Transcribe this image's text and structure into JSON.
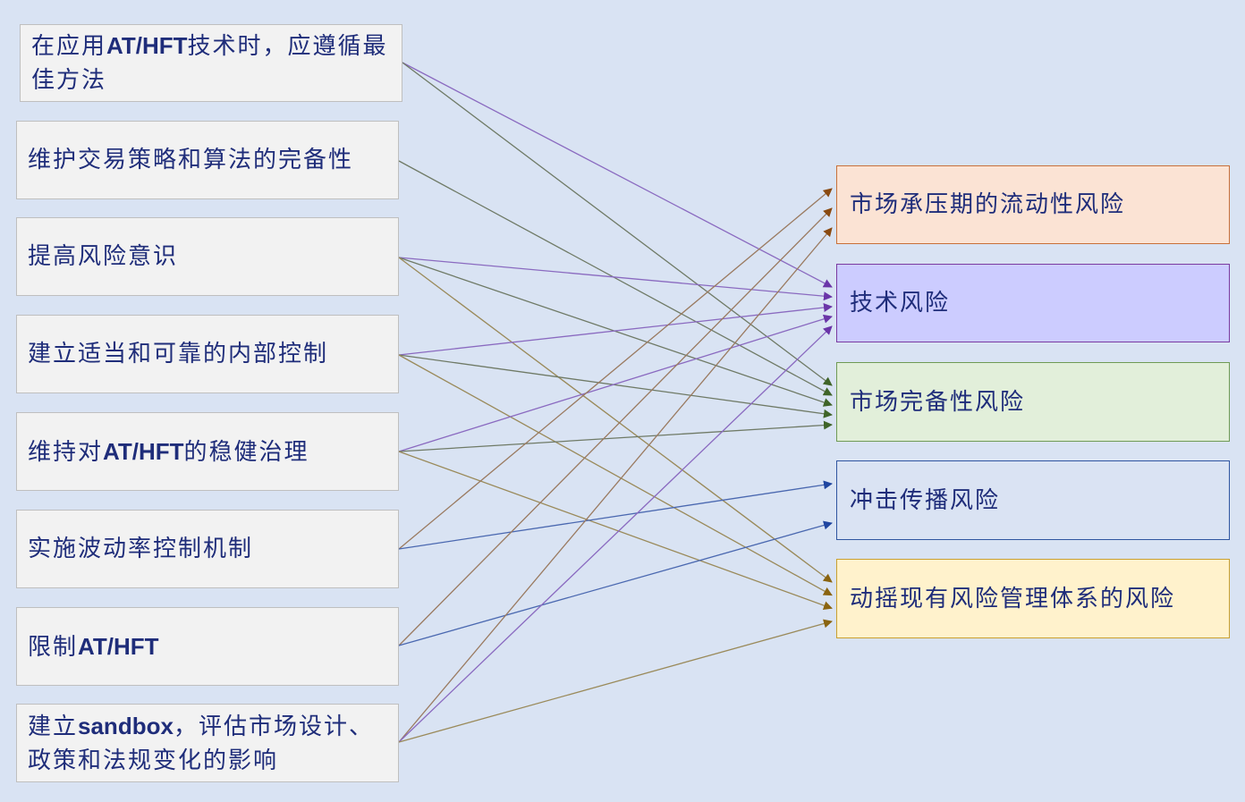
{
  "strategies": [
    {
      "pre": "在应用",
      "bold": "AT/HFT",
      "post": "技术时，应遵循最佳方法"
    },
    {
      "pre": "维护交易策略和算法的完备性",
      "bold": "",
      "post": ""
    },
    {
      "pre": "提高风险意识",
      "bold": "",
      "post": ""
    },
    {
      "pre": "建立适当和可靠的内部控制",
      "bold": "",
      "post": ""
    },
    {
      "pre": "维持对",
      "bold": "AT/HFT",
      "post": "的稳健治理"
    },
    {
      "pre": "实施波动率控制机制",
      "bold": "",
      "post": ""
    },
    {
      "pre": "限制",
      "bold": "AT/HFT",
      "post": ""
    },
    {
      "pre": "建立",
      "bold": "sandbox",
      "post": "，评估市场设计、政策和法规变化的影响"
    }
  ],
  "risks": [
    {
      "label": "市场承压期的流动性风险",
      "fill": "#fbe3d4",
      "border": "#c8703a",
      "arrow": "#8a4a10"
    },
    {
      "label": "技术风险",
      "fill": "#ccccff",
      "border": "#7a3aa0",
      "arrow": "#6a35a8"
    },
    {
      "label": "市场完备性风险",
      "fill": "#e2efda",
      "border": "#6f9a55",
      "arrow": "#3f6428"
    },
    {
      "label": "冲击传播风险",
      "fill": "#dae3f3",
      "border": "#2f55a0",
      "arrow": "#1f45a0"
    },
    {
      "label": "动摇现有风险管理体系的风险",
      "fill": "#fff2cc",
      "border": "#c9a030",
      "arrow": "#8a6410"
    }
  ],
  "edges": [
    {
      "from": 0,
      "to": 1,
      "color": "#8a6ac0"
    },
    {
      "from": 0,
      "to": 2,
      "color": "#6f7a66"
    },
    {
      "from": 1,
      "to": 2,
      "color": "#6f7a66"
    },
    {
      "from": 2,
      "to": 1,
      "color": "#8a6ac0"
    },
    {
      "from": 2,
      "to": 2,
      "color": "#6f7a66"
    },
    {
      "from": 2,
      "to": 4,
      "color": "#9a8a5a"
    },
    {
      "from": 3,
      "to": 1,
      "color": "#8a6ac0"
    },
    {
      "from": 3,
      "to": 2,
      "color": "#6f7a66"
    },
    {
      "from": 3,
      "to": 4,
      "color": "#9a8a5a"
    },
    {
      "from": 4,
      "to": 1,
      "color": "#8a6ac0"
    },
    {
      "from": 4,
      "to": 2,
      "color": "#6f7a66"
    },
    {
      "from": 4,
      "to": 4,
      "color": "#9a8a5a"
    },
    {
      "from": 5,
      "to": 0,
      "color": "#9a7a60"
    },
    {
      "from": 5,
      "to": 3,
      "color": "#4a68b0"
    },
    {
      "from": 6,
      "to": 0,
      "color": "#9a7a60"
    },
    {
      "from": 6,
      "to": 3,
      "color": "#4a68b0"
    },
    {
      "from": 7,
      "to": 0,
      "color": "#9a7a60"
    },
    {
      "from": 7,
      "to": 1,
      "color": "#8a6ac0"
    },
    {
      "from": 7,
      "to": 4,
      "color": "#9a8a5a"
    }
  ]
}
